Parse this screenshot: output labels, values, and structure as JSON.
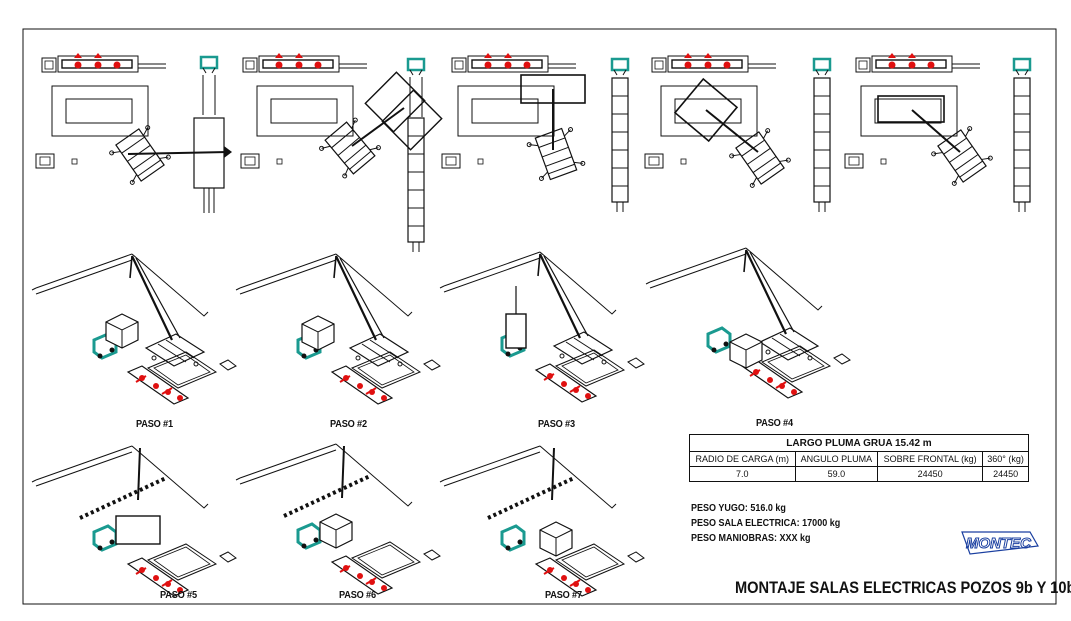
{
  "steps": {
    "p1": "PASO #1",
    "p2": "PASO #2",
    "p3": "PASO #3",
    "p4": "PASO #4",
    "p5": "PASO #5",
    "p6": "PASO #6",
    "p7": "PASO #7"
  },
  "table": {
    "title": "LARGO PLUMA GRUA 15.42 m",
    "headers": [
      "RADIO DE CARGA (m)",
      "ANGULO PLUMA",
      "SOBRE FRONTAL (kg)",
      "360° (kg)"
    ],
    "row": [
      "7.0",
      "59.0",
      "24450",
      "24450"
    ]
  },
  "weights": {
    "yugo": "PESO YUGO: 516.0 kg",
    "sala": "PESO SALA ELECTRICA: 17000 kg",
    "maniobras": "PESO MANIOBRAS: XXX kg"
  },
  "drawing_title": "MONTAJE SALAS ELECTRICAS POZOS 9b Y 10b",
  "logo_text": "MONTEC",
  "colors": {
    "line": "#111111",
    "accent_red": "#e01010",
    "accent_teal": "#1a9a90"
  }
}
